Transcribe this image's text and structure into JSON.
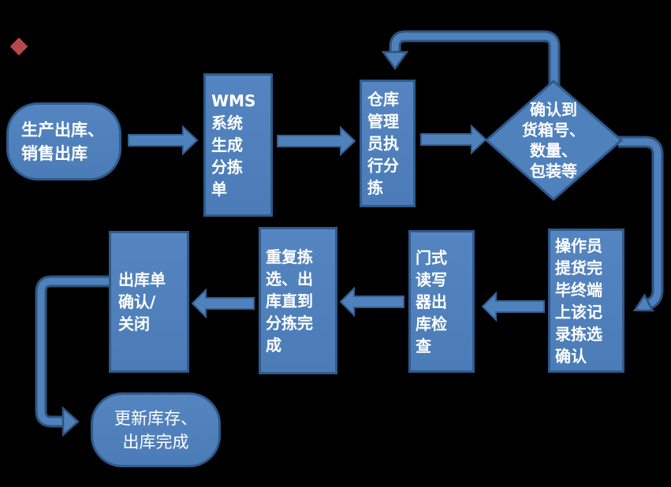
{
  "diagram": {
    "background": "#000000",
    "bullet": {
      "shape": "diamond",
      "color": "#b5494b"
    },
    "palette": {
      "shape_fill": "#4f81bd",
      "shape_border": "#2f5a8c",
      "connector_fill": "#4f81bd",
      "connector_outline": "#2f537e",
      "text_color": "#ffffff"
    },
    "nodes": {
      "start": {
        "shape": "rounded-rectangle",
        "label": "生产出库、\n销售出库"
      },
      "wms": {
        "shape": "rectangle",
        "label": "WMS\n系统\n生成\n分拣\n单"
      },
      "pick": {
        "shape": "rectangle",
        "label": "仓库\n管理\n员执\n行分\n拣"
      },
      "verify": {
        "shape": "diamond",
        "label": "确认到\n货箱号、\n数量、\n包装等"
      },
      "operator": {
        "shape": "rectangle",
        "label": "操作员\n提货完\n毕终端\n上该记\n录拣选\n确认"
      },
      "gate": {
        "shape": "rectangle",
        "label": "门式\n读写\n器出\n库检\n查"
      },
      "repeat": {
        "shape": "rectangle",
        "label": "重复拣\n选、出\n库直到\n分拣完\n成"
      },
      "close": {
        "shape": "rectangle",
        "label": "出库单\n确认/\n关闭"
      },
      "finish": {
        "shape": "rounded-rectangle",
        "label": "更新库存、\n出库完成"
      }
    },
    "connectors": [
      {
        "from": "start",
        "to": "wms",
        "style": "block-arrow-right"
      },
      {
        "from": "wms",
        "to": "pick",
        "style": "block-arrow-right"
      },
      {
        "from": "pick",
        "to": "verify",
        "style": "block-arrow-right"
      },
      {
        "from": "verify",
        "to": "pick",
        "style": "elbow-loop-back"
      },
      {
        "from": "verify",
        "to": "operator",
        "style": "elbow-down"
      },
      {
        "from": "operator",
        "to": "gate",
        "style": "block-arrow-left"
      },
      {
        "from": "gate",
        "to": "repeat",
        "style": "block-arrow-left"
      },
      {
        "from": "repeat",
        "to": "close",
        "style": "block-arrow-left"
      },
      {
        "from": "close",
        "to": "finish",
        "style": "elbow-down"
      }
    ]
  }
}
